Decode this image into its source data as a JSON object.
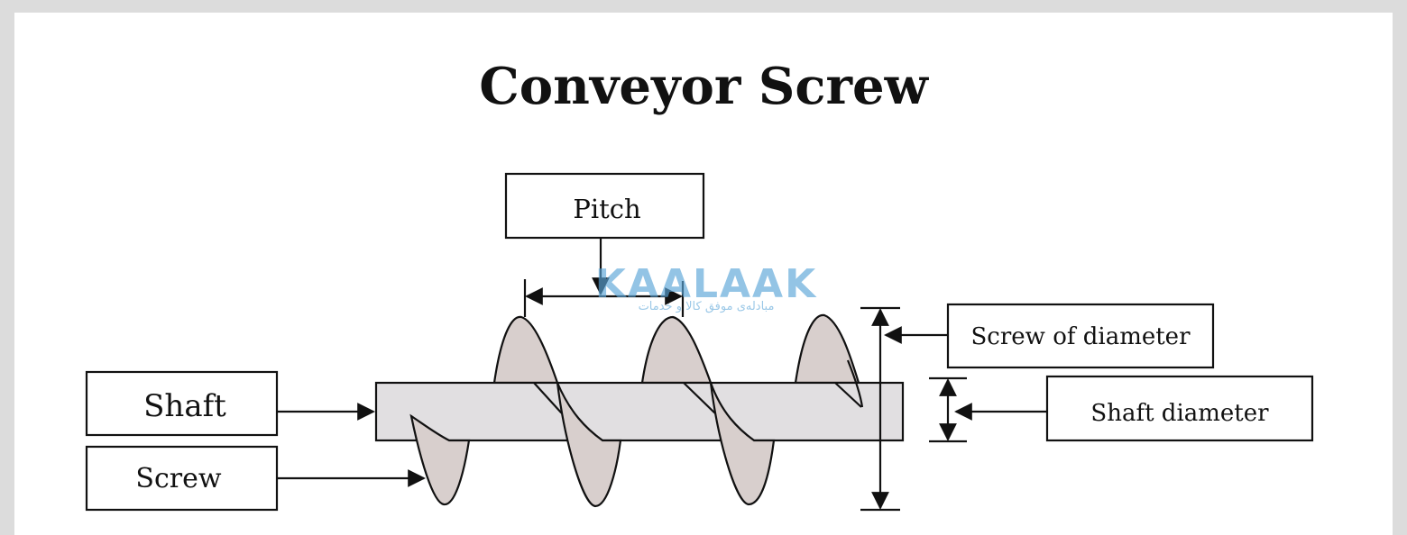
{
  "title": "Conveyor Screw",
  "labels": {
    "pitch": "Pitch",
    "shaft": "Shaft",
    "screw": "Screw",
    "screw_diameter": "Screw of diameter",
    "shaft_diameter": "Shaft diameter"
  },
  "watermark": {
    "brand": "KAALAAK",
    "tagline": "مبادله‌ی موفق کالا و خدمات"
  },
  "colors": {
    "background": "#dcdcdc",
    "panel": "#ffffff",
    "shaft_fill": "#e1dfe1",
    "flight_fill": "#d8cfcd",
    "stroke": "#111111",
    "watermark": "#5aa5d8"
  }
}
